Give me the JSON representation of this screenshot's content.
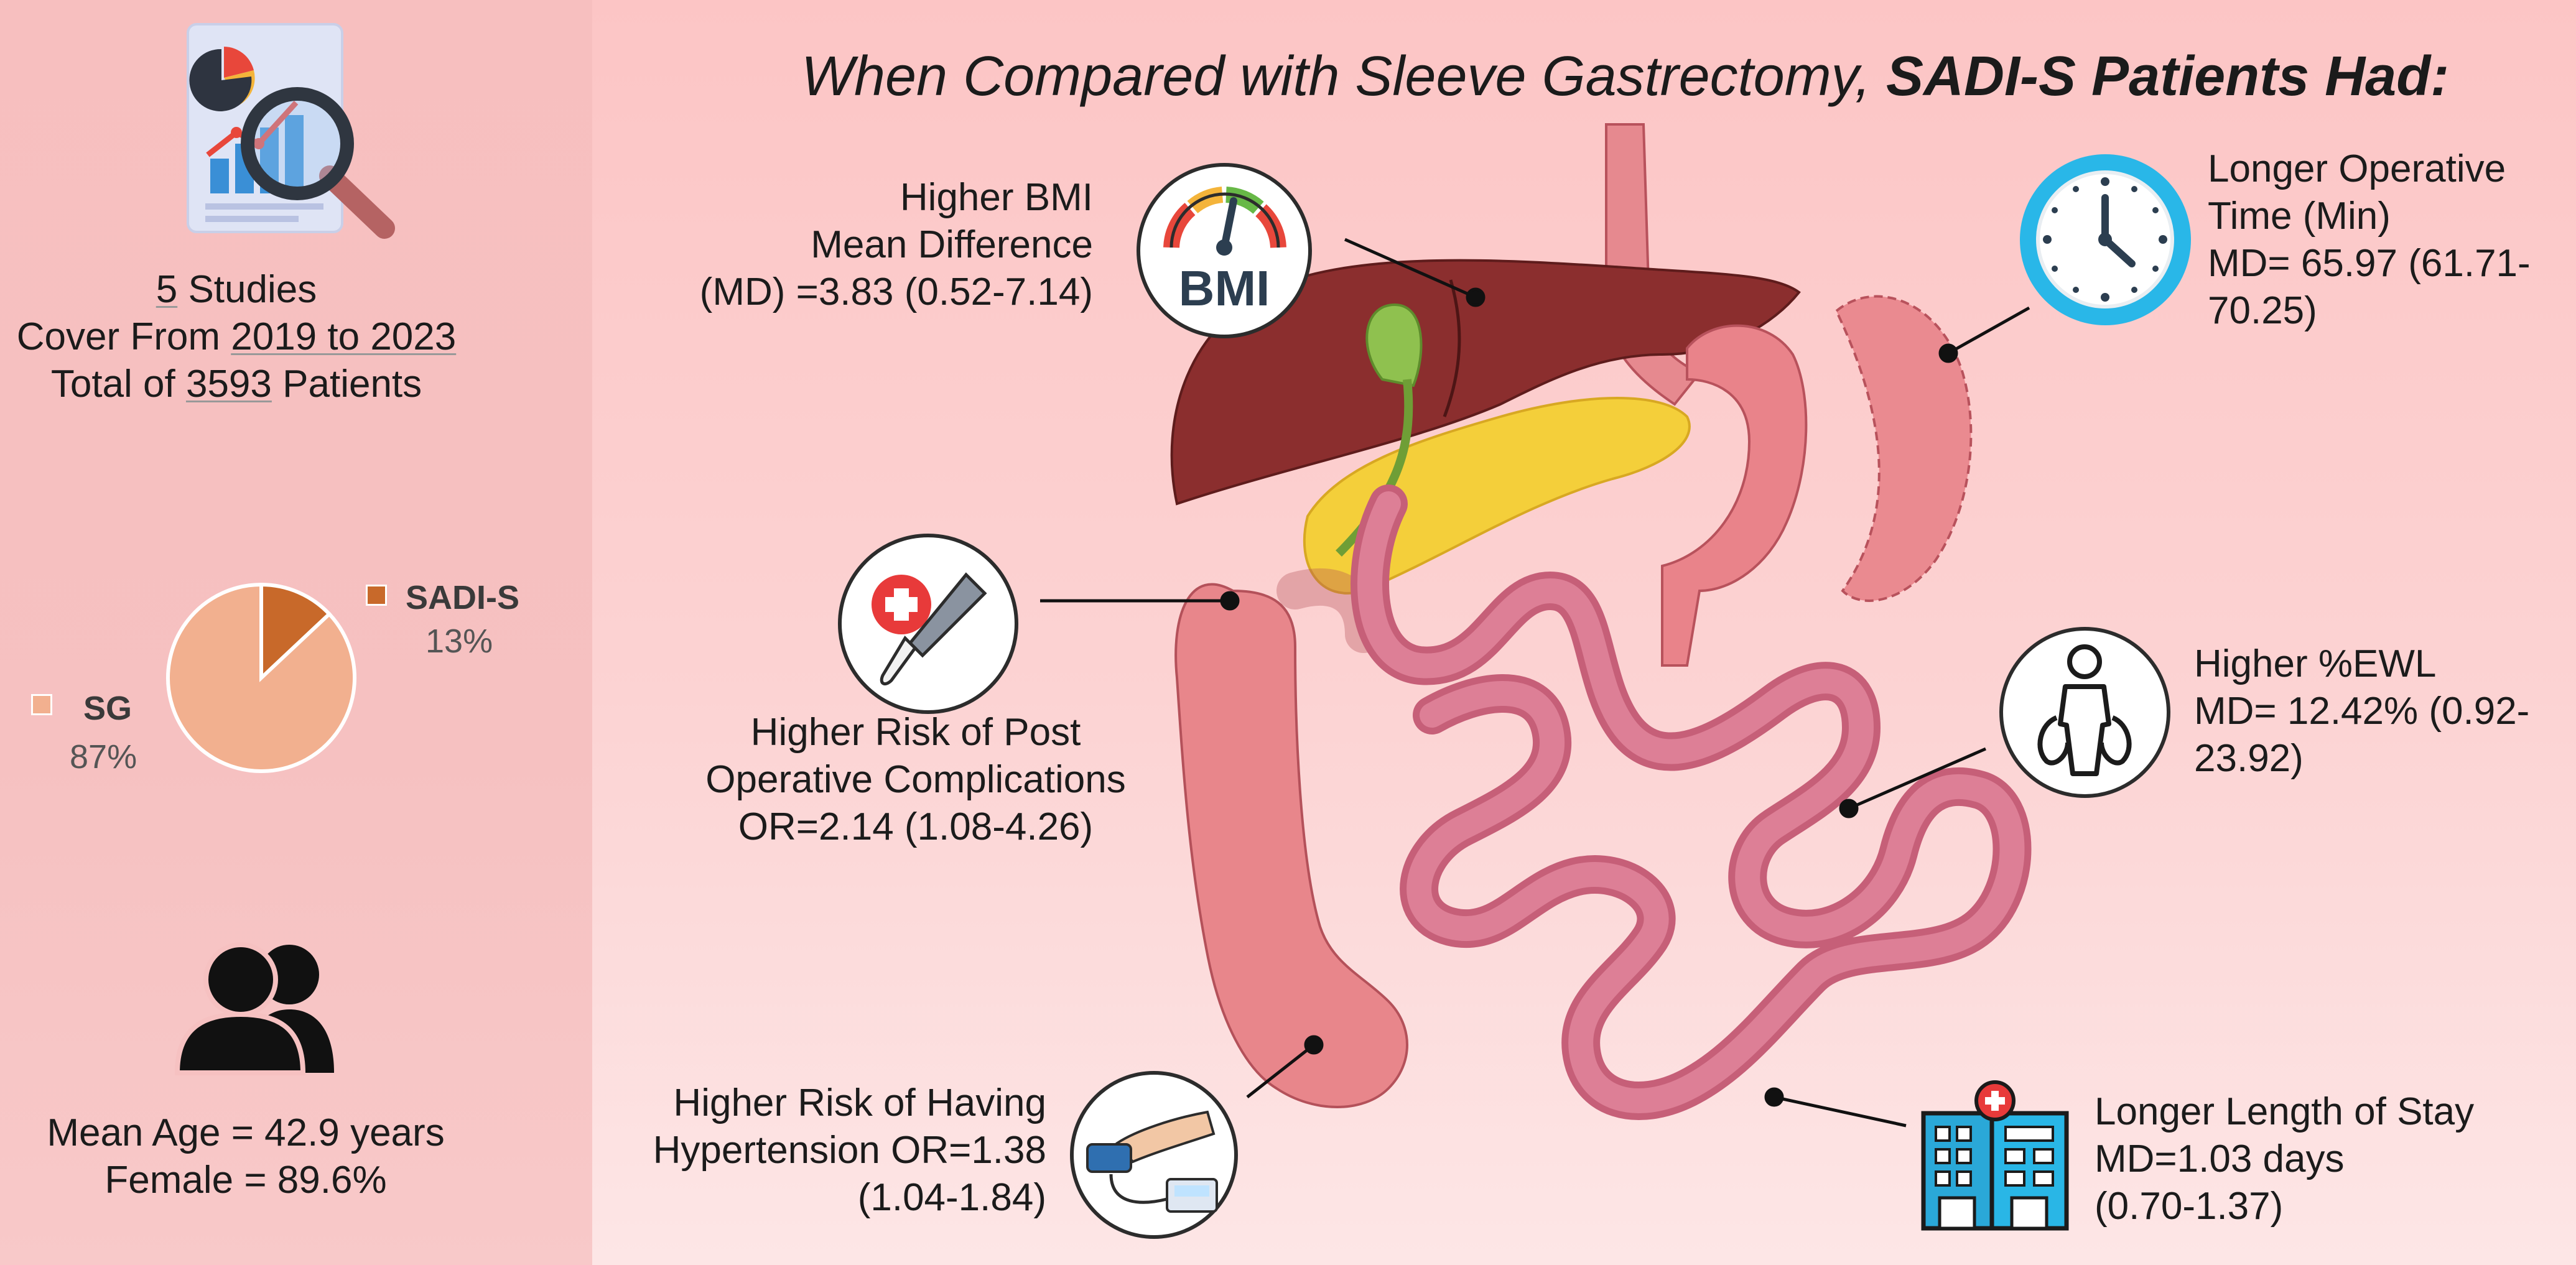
{
  "title": {
    "prefix": "When Compared with Sleeve Gastrectomy, ",
    "bold": "SADI-S Patients Had:"
  },
  "sidebar": {
    "studies": {
      "n": "5",
      "n_suffix": " Studies",
      "cover_prefix": "Cover From ",
      "years": "2019 to 2023",
      "total_prefix": "Total of ",
      "patients": "3593",
      "patients_suffix": " Patients"
    },
    "pie": {
      "legend": [
        {
          "label": "SADI-S",
          "pct": "13%",
          "color": "#c8692a"
        },
        {
          "label": "SG",
          "pct": "87%",
          "color": "#f2b08f"
        }
      ]
    },
    "demographics": {
      "age": "Mean Age = 42.9 years",
      "female": "Female = 89.6%"
    }
  },
  "chart_data": {
    "type": "pie",
    "categories": [
      "SADI-S",
      "SG"
    ],
    "values": [
      13,
      87
    ],
    "colors": [
      "#c8692a",
      "#f2b08f"
    ]
  },
  "findings": {
    "bmi": {
      "lines": [
        "Higher BMI",
        "Mean Difference",
        "(MD) =3.83 (0.52-7.14)"
      ],
      "icon_text": "BMI"
    },
    "complications": {
      "lines": [
        "Higher Risk of Post",
        "Operative Complications",
        "OR=2.14 (1.08-4.26)"
      ]
    },
    "hypertension": {
      "lines": [
        "Higher Risk of Having",
        "Hypertension  OR=1.38",
        "(1.04-1.84)"
      ]
    },
    "operative_time": {
      "lines": [
        "Longer Operative",
        "Time (Min)",
        "MD= 65.97 (61.71-",
        "70.25)"
      ]
    },
    "ewl": {
      "lines": [
        "Higher %EWL",
        "MD= 12.42% (0.92-",
        "23.92)"
      ]
    },
    "stay": {
      "lines": [
        "Longer Length of Stay",
        "MD=1.03 days",
        "(0.70-1.37)"
      ]
    }
  }
}
